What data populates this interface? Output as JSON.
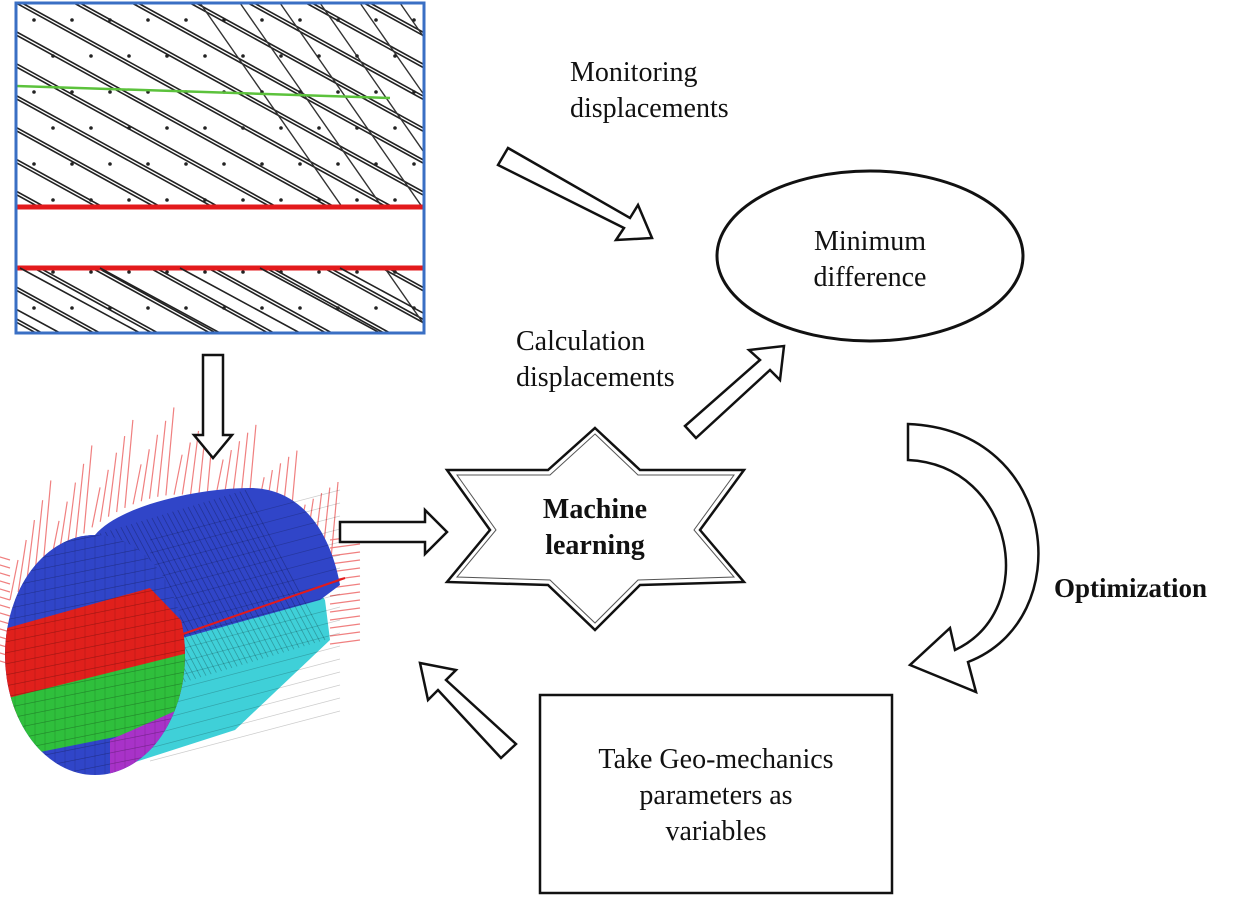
{
  "labels": {
    "monitoring_line1": "Monitoring",
    "monitoring_line2": "displacements",
    "min_line1": "Minimum",
    "min_line2": "difference",
    "calc_line1": "Calculation",
    "calc_line2": "displacements",
    "ml_line1": "Machine",
    "ml_line2": "learning",
    "optimization": "Optimization",
    "geo_line1": "Take Geo-mechanics",
    "geo_line2": "parameters as",
    "geo_line3": "variables"
  },
  "colors": {
    "frame_blue": "#3a6fc4",
    "joint_red": "#e31a1c",
    "joint_green": "#5cc23c",
    "tunnel_blue": "#3045c8",
    "tunnel_red": "#e0201c",
    "tunnel_green": "#2fbf3c",
    "tunnel_cyan": "#3fd0d8",
    "tunnel_purple": "#a832c8",
    "load_pink": "#f08080"
  }
}
